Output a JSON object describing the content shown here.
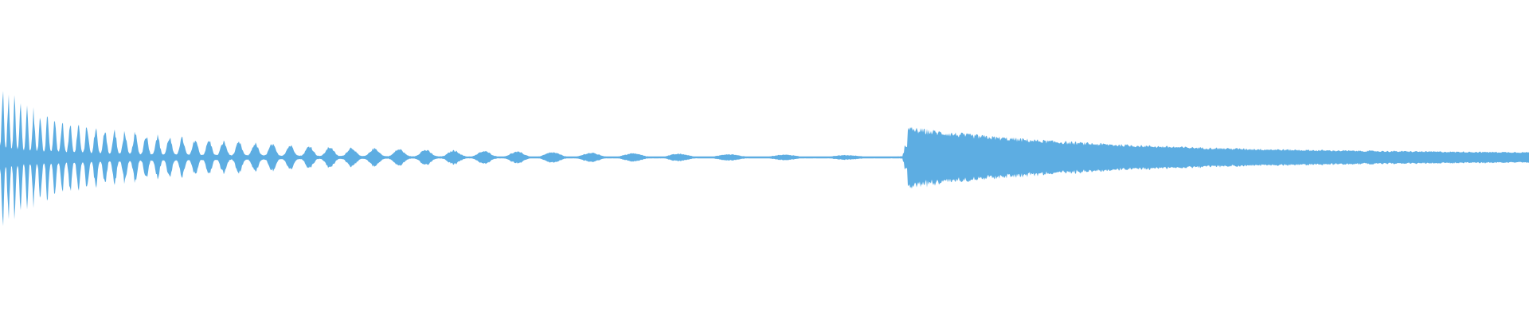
{
  "waveform": {
    "color": "#5dade2",
    "background": "#ffffff",
    "segments": [
      {
        "name": "decaying-percussive-hits",
        "start": 0.0,
        "end": 0.59,
        "peak": 0.47,
        "end_level": 0.012,
        "style": "bursts"
      },
      {
        "name": "sustained-noise-tail",
        "start": 0.59,
        "end": 1.0,
        "peak": 0.18,
        "end_level": 0.025,
        "style": "dense"
      }
    ]
  }
}
